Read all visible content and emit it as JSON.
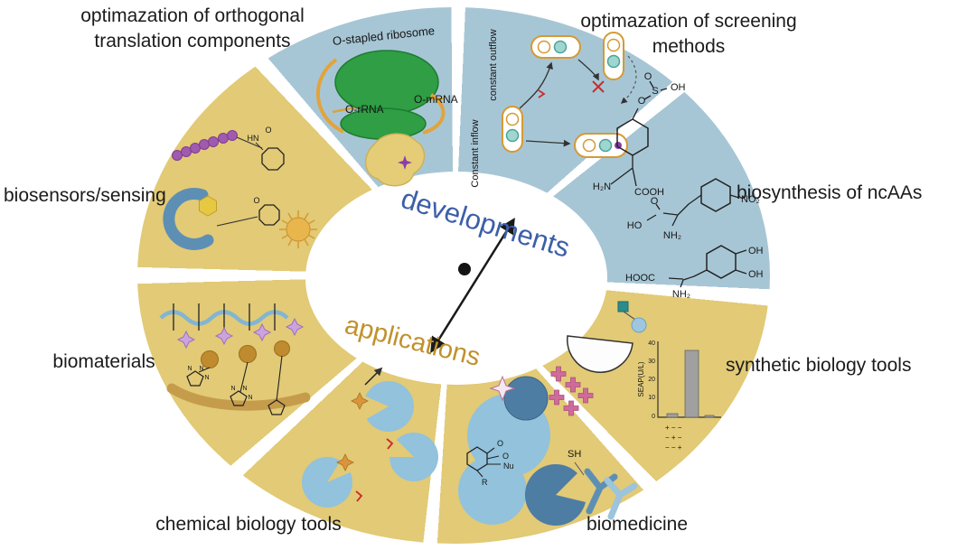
{
  "outer_labels": {
    "orthogonal_line1": "optimazation of orthogonal",
    "orthogonal_line2": "translation components",
    "screening_line1": "optimazation of screening",
    "screening_line2": "methods",
    "ncaas": "biosynthesis of ncAAs",
    "synthetic": "synthetic biology tools",
    "biomedicine": "biomedicine",
    "chemical": "chemical biology tools",
    "biomaterials": "biomaterials",
    "biosensors": "biosensors/sensing"
  },
  "center": {
    "developments": "developments",
    "applications": "applications"
  },
  "colors": {
    "blue_segment": "#a7c6d5",
    "yellow_segment": "#e2ca76",
    "developments_text": "#3c5fa7",
    "applications_text": "#c0922c"
  },
  "ribosome": {
    "title": "O-stapled ribosome",
    "rrna": "O-rRNA",
    "mrna": "O-mRNA"
  },
  "screening": {
    "outflow": "constant outflow",
    "inflow": "Constant inflow"
  },
  "ncaas_structures": {
    "o_top": "O",
    "s": "S",
    "o_side": "O",
    "oh_sulfo": "OH",
    "h2n": "H₂N",
    "cooh": "COOH",
    "no2": "NO₂",
    "o_carbonyl": "O",
    "ho": "HO",
    "nh2_mid": "NH₂",
    "oh_cat1": "OH",
    "oh_cat2": "OH",
    "hooc": "HOOC",
    "nh2_bot": "NH₂"
  },
  "synthetic_chart": {
    "axis_label": "SEAP(U/L)",
    "ticks": [
      "40",
      "30",
      "20",
      "10",
      "0"
    ],
    "rows": [
      "+ − −",
      "− + −",
      "− − +"
    ]
  },
  "biomedicine_labels": {
    "sh": "SH",
    "o1": "O",
    "o2": "O",
    "nu": "Nu",
    "r": "R"
  },
  "biosensor_labels": {
    "hn": "HN",
    "o": "O"
  },
  "biomaterials_labels": {
    "n": "N"
  }
}
